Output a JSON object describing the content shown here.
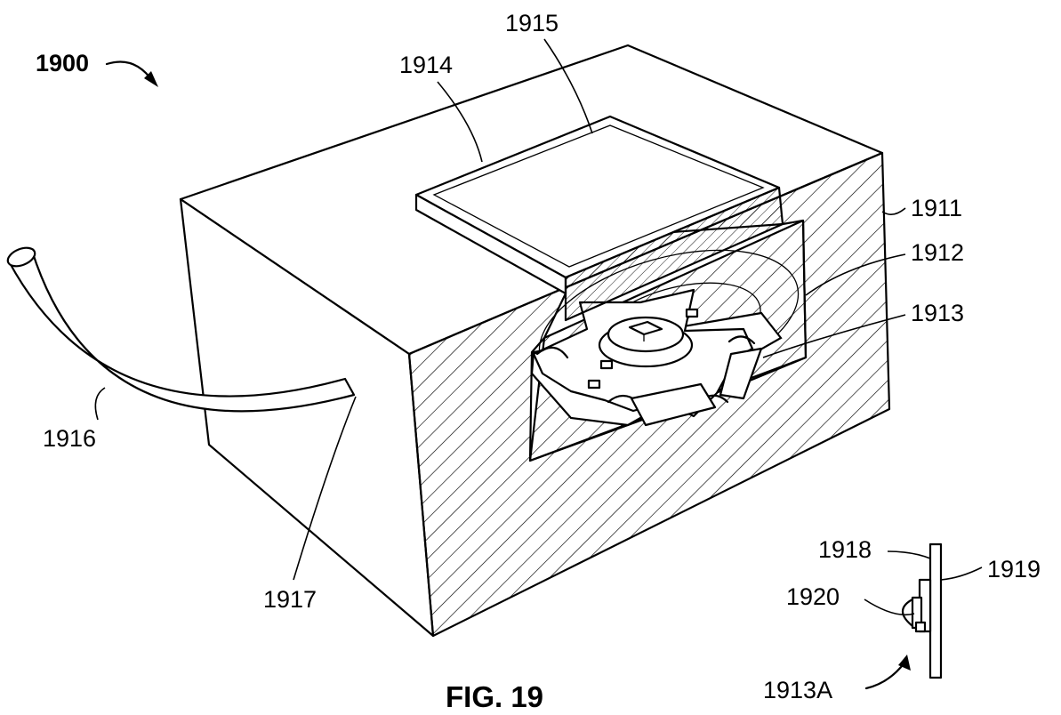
{
  "figure": {
    "caption": "FIG. 19",
    "assembly_label": "1900",
    "labels": {
      "l1911": "1911",
      "l1912": "1912",
      "l1913": "1913",
      "l1913a": "1913A",
      "l1914": "1914",
      "l1915": "1915",
      "l1916": "1916",
      "l1917": "1917",
      "l1918": "1918",
      "l1919": "1919",
      "l1920": "1920"
    },
    "colors": {
      "ink": "#000000",
      "paper": "#ffffff"
    }
  }
}
